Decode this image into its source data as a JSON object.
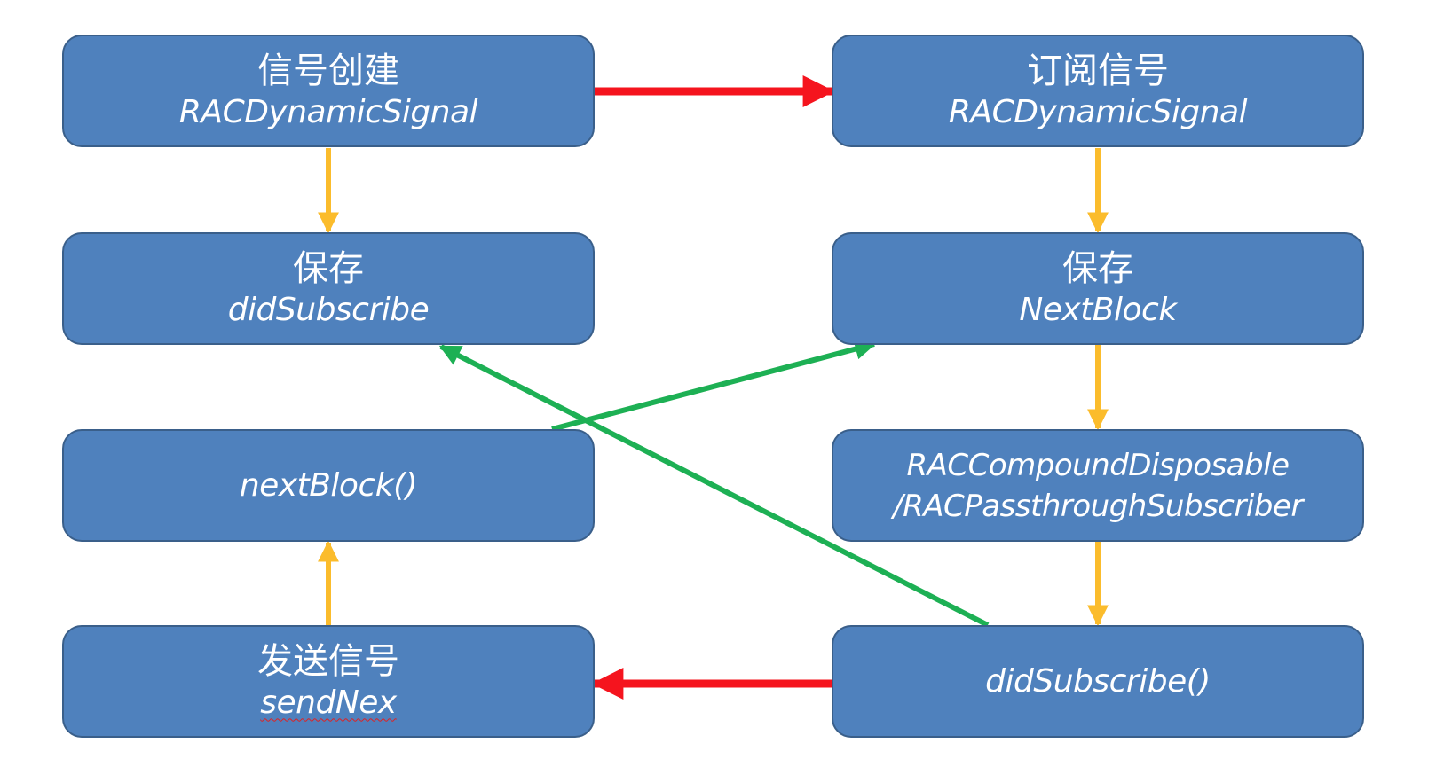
{
  "diagram": {
    "colors": {
      "box_fill": "#4F81BD",
      "box_border": "#3A5F8A",
      "text": "#FFFFFF",
      "arrow_red": "#F5141E",
      "arrow_yellow": "#FBBC2C",
      "arrow_green": "#1DB054"
    },
    "nodes": {
      "signal_create": {
        "zh": "信号创建",
        "en": "RACDynamicSignal"
      },
      "save_did_subscribe": {
        "zh": "保存",
        "en": "didSubscribe"
      },
      "next_block_call": {
        "en": "nextBlock()"
      },
      "send_signal": {
        "zh": "发送信号",
        "en": "sendNex"
      },
      "subscribe_signal": {
        "zh": "订阅信号",
        "en": "RACDynamicSignal"
      },
      "save_next_block": {
        "zh": "保存",
        "en": "NextBlock"
      },
      "compound_disposable": {
        "line1": "RACCompoundDisposable",
        "line2": "/RACPassthroughSubscriber"
      },
      "did_subscribe_call": {
        "en": "didSubscribe()"
      }
    },
    "edges": [
      {
        "from": "signal_create",
        "to": "subscribe_signal",
        "color": "red"
      },
      {
        "from": "signal_create",
        "to": "save_did_subscribe",
        "color": "yellow"
      },
      {
        "from": "subscribe_signal",
        "to": "save_next_block",
        "color": "yellow"
      },
      {
        "from": "save_next_block",
        "to": "compound_disposable",
        "color": "yellow"
      },
      {
        "from": "compound_disposable",
        "to": "did_subscribe_call",
        "color": "yellow"
      },
      {
        "from": "did_subscribe_call",
        "to": "send_signal",
        "color": "red"
      },
      {
        "from": "send_signal",
        "to": "next_block_call",
        "color": "yellow"
      },
      {
        "from": "next_block_call",
        "to": "save_next_block",
        "color": "green"
      },
      {
        "from": "did_subscribe_call",
        "to": "save_did_subscribe",
        "color": "green"
      }
    ]
  }
}
